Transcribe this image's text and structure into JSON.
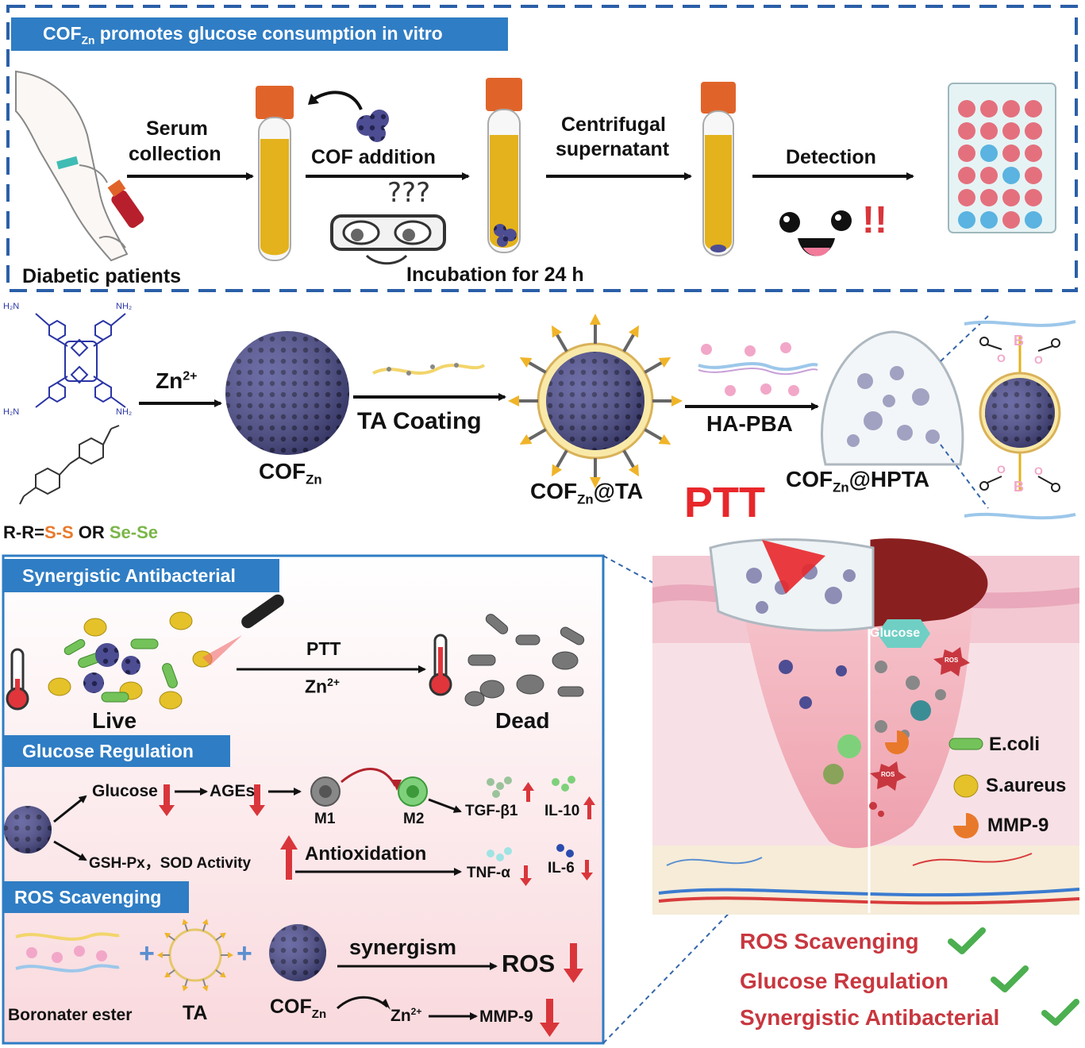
{
  "colors": {
    "accent_blue": "#2f7dc4",
    "dashed_border": "#2b5fa8",
    "cof_purple": "#4a4a8c",
    "serum_yellow": "#e3b21c",
    "tube_cap": "#e0642a",
    "ptt_red": "#e8272b",
    "checkmark_green": "#4caf50",
    "wound_pink": "#f4b3bf",
    "panel_pink": "#fbe4e6"
  },
  "top": {
    "banner": "COF",
    "banner_sub": "Zn",
    "banner_rest": " promotes glucose consumption in vitro",
    "step1_line1": "Serum",
    "step1_line2": "collection",
    "step2": "COF addition",
    "step3_line1": "Centrifugal",
    "step3_line2": "supernatant",
    "step4": "Detection",
    "patient_label": "Diabetic patients",
    "incubation": "Incubation for 24 h",
    "question_marks": "???",
    "exclaim": "!!"
  },
  "synthesis": {
    "zn_ion": "Zn",
    "zn_ion_sup": "2+",
    "cof_zn": "COF",
    "cof_zn_sub": "Zn",
    "ta_coating": "TA Coating",
    "cof_ta": "COF",
    "cof_ta_sub": "Zn",
    "cof_ta_rest": "@TA",
    "ha_pba": "HA-PBA",
    "cof_hpta": "COF",
    "cof_hpta_sub": "Zn",
    "cof_hpta_rest": "@HPTA",
    "rr_prefix": "R-R=",
    "rr_ss": "S-S",
    "rr_or": " OR ",
    "rr_sese": "Se-Se",
    "h2n": "H₂N",
    "nh2": "NH₂",
    "boron": "B",
    "oxygen": "O",
    "ptt": "PTT"
  },
  "panel": {
    "antibacterial_title": "Synergistic Antibacterial",
    "ptt": "PTT",
    "zn": "Zn",
    "zn_sup": "2+",
    "live": "Live",
    "dead": "Dead",
    "glucose_title": "Glucose Regulation",
    "glucose": "Glucose",
    "ages": "AGEs",
    "m1": "M1",
    "m2": "M2",
    "tgf": "TGF-β1",
    "il10": "IL-10",
    "gsh": "GSH-Px，SOD Activity",
    "antioxidation": "Antioxidation",
    "tnf": "TNF-α",
    "il6": "IL-6",
    "ros_title": "ROS Scavenging",
    "synergism": "synergism",
    "ros": "ROS",
    "boronater": "Boronater ester",
    "ta": "TA",
    "cof": "COF",
    "cof_sub": "Zn",
    "zn2": "Zn",
    "zn2_sup": "2+",
    "mmp9": "MMP-9"
  },
  "wound": {
    "glucose_tag": "Glucose",
    "ros_tag": "ROS",
    "ecoli": "E.coli",
    "saureus": "S.aureus",
    "mmp9": "MMP-9"
  },
  "checks": [
    {
      "label": "ROS Scavenging"
    },
    {
      "label": "Glucose Regulation"
    },
    {
      "label": "Synergistic Antibacterial"
    }
  ]
}
